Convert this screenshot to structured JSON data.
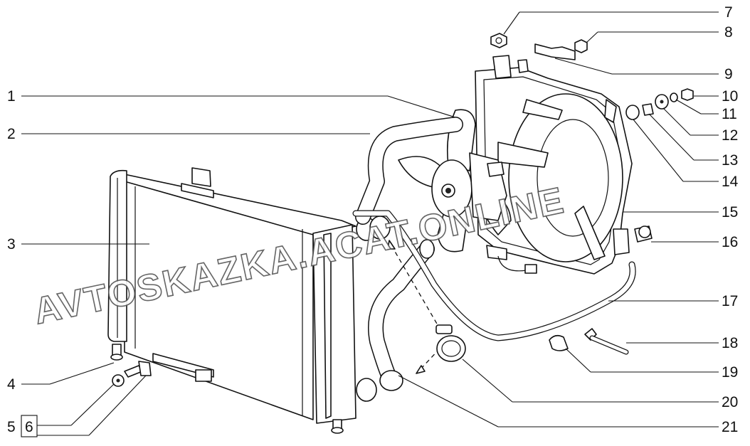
{
  "watermark": "AVTOSKAZKA.ACAT.ONLINE",
  "callouts": [
    "1",
    "2",
    "3",
    "4",
    "5",
    "6",
    "7",
    "8",
    "9",
    "10",
    "11",
    "12",
    "13",
    "14",
    "15",
    "16",
    "17",
    "18",
    "19",
    "20",
    "21"
  ]
}
